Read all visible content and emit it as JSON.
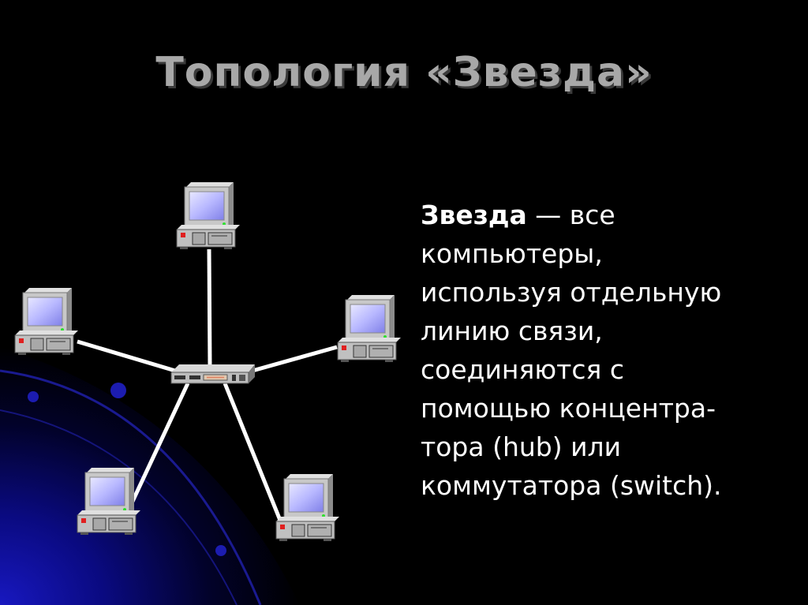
{
  "slide": {
    "title": "Топология «Звезда»",
    "body": {
      "term": "Звезда",
      "lines": [
        " — все",
        "компьютеры,",
        "используя отдельную",
        "линию связи,",
        "соединяются с",
        "помощью концентра-",
        "тора (hub) или",
        "коммутатора (switch)."
      ]
    }
  },
  "diagram": {
    "topology": "star",
    "center": "hub-icon",
    "nodes": [
      "computer-icon",
      "computer-icon",
      "computer-icon",
      "computer-icon",
      "computer-icon"
    ]
  },
  "colors": {
    "background": "#000000",
    "title": "#a8a8a8",
    "text": "#ffffff",
    "accent": "#1010a0",
    "screen": "#b8b8ff"
  }
}
